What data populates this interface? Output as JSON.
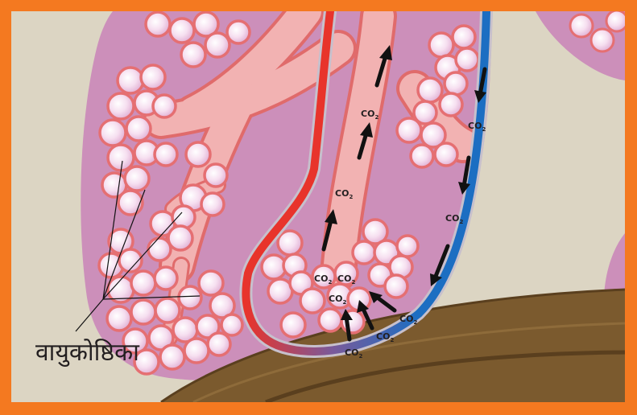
{
  "diagram": {
    "caption": "वायुकोष्ठिका",
    "gas_labels": [
      "CO2",
      "CO2",
      "CO2",
      "CO2",
      "CO2",
      "CO2",
      "CO2",
      "CO2",
      "CO2",
      "CO2"
    ],
    "colors": {
      "border": "#f47920",
      "background": "#dcd5c3",
      "tissue": "#cc8fba",
      "bronchiole": "#f2b2b2",
      "bronchiole_edge": "#e06b6b",
      "alveolus": "#f6dff0",
      "alveolus_edge": "#e56f72",
      "artery": "#e8342b",
      "vein": "#1c6ec2",
      "muscle": "#7b5a2e",
      "arrow": "#111111"
    },
    "icons": {
      "arrow": "black-arrow-icon"
    }
  }
}
